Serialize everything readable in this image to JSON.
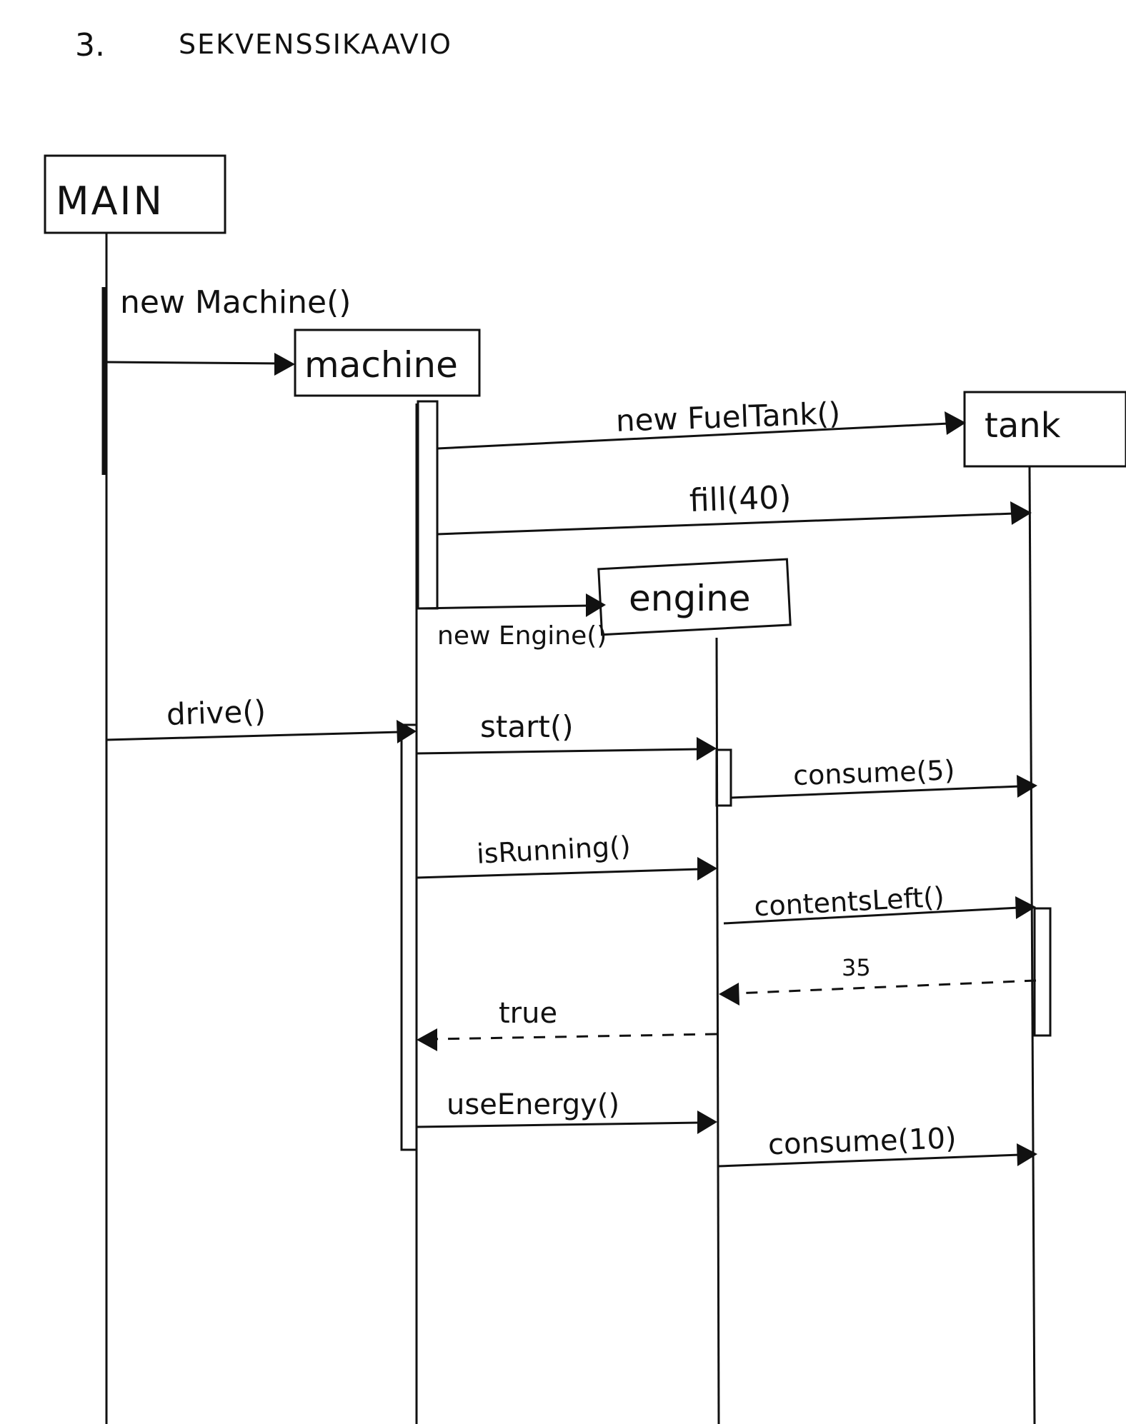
{
  "header": {
    "number": "3.",
    "title": "SEKVENSSIKAAVIO"
  },
  "participants": {
    "main": "MAIN",
    "machine": "machine",
    "tank": "tank",
    "engine": "engine"
  },
  "messages": {
    "new_machine": "new Machine()",
    "new_fueltank": "new FuelTank()",
    "fill": "fill(40)",
    "new_engine": "new Engine()",
    "drive": "drive()",
    "start": "start()",
    "consume_5": "consume(5)",
    "is_running": "isRunning()",
    "contents_left": "contentsLeft()",
    "return_35": "35",
    "return_true": "true",
    "use_energy": "useEnergy()",
    "consume_10": "consume(10)"
  }
}
